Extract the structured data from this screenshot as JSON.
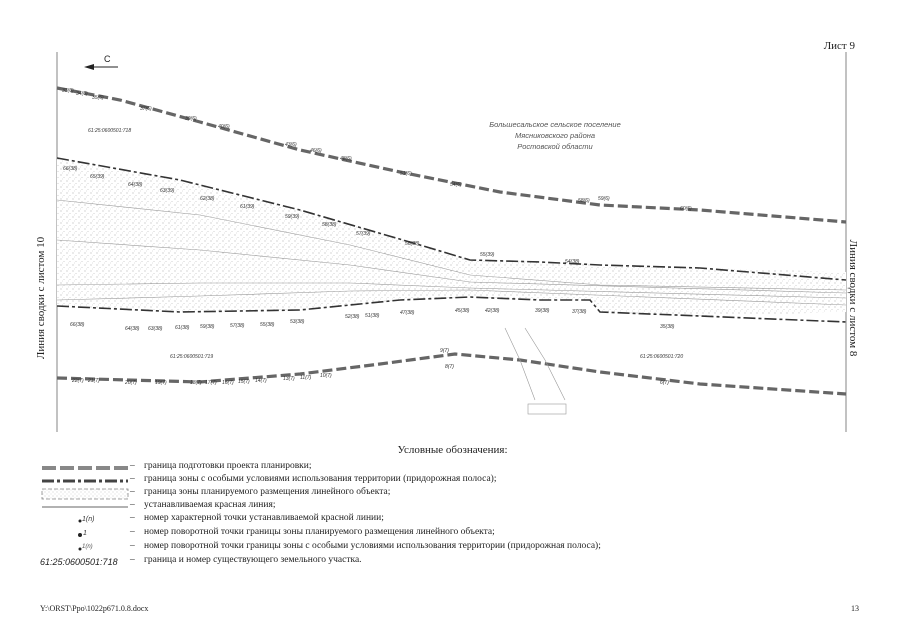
{
  "sheet_label": "Лист 9",
  "left_link": "Линия сводки с листом 10",
  "right_link": "Линия сводки с листом 8",
  "north_arrow": {
    "letter": "С",
    "icon": "north-arrow-icon"
  },
  "map": {
    "settlement_lines": [
      "Большесальское сельское поселение",
      "Мясниковского района",
      "Ростовской области"
    ],
    "top_labels": [
      "33(6)",
      "34(6)",
      "35(6)",
      "37(6)",
      "39(6)",
      "40(6)",
      "43(6)",
      "46(6)",
      "48(6)",
      "51(6)",
      "54(6)",
      "58(6)",
      "59(6)",
      "60(6)"
    ],
    "upper_red_labels": [
      "66(38)",
      "65(39)",
      "64(38)",
      "63(39)",
      "62(38)",
      "61(39)",
      "59(39)",
      "58(38)",
      "57(39)",
      "56(38)",
      "55(39)",
      "54(38)"
    ],
    "lower_red_labels": [
      "66(38)",
      "64(38)",
      "63(38)",
      "61(38)",
      "59(38)",
      "57(38)",
      "55(38)",
      "53(38)",
      "52(38)",
      "51(38)",
      "47(38)",
      "45(38)",
      "42(38)",
      "39(38)",
      "37(38)",
      "35(38)"
    ],
    "bottom_labels": [
      "22(7)",
      "21(7)",
      "20(7)",
      "19(7)",
      "18(7)",
      "17(7)",
      "16(7)",
      "15(7)",
      "14(7)",
      "13(7)",
      "11(7)",
      "10(7)",
      "9(7)",
      "8(7)",
      "6(7)"
    ],
    "small_labels": [
      "61:25:0600501:718",
      "61:25:0600501:719",
      "61:25:0600501:720"
    ]
  },
  "legend": {
    "title": "Условные обозначения:",
    "items": [
      {
        "text": "граница подготовки проекта планировки;"
      },
      {
        "text": "граница зоны с особыми условиями использования территории (придорожная полоса);"
      },
      {
        "text": "граница зоны планируемого размещения линейного объекта;"
      },
      {
        "text": "устанавливаемая красная линия;"
      },
      {
        "symbol_text": "1(n)",
        "text": "номер характерной точки устанавливаемой красной линии;"
      },
      {
        "symbol_text": "1",
        "text": "номер поворотной точки границы зоны планируемого размещения линейного объекта;"
      },
      {
        "symbol_text": "1(n)",
        "text": "номер поворотной точки границы зоны с особыми условиями использования территории (придорожная полоса);"
      },
      {
        "symbol_text": "61:25:0600501:718",
        "text": "граница и номер существующего земельного участка."
      }
    ]
  },
  "footer": {
    "path": "Y:\\ORST\\Ppo\\1022p671.0.8.docx",
    "page": "13"
  }
}
